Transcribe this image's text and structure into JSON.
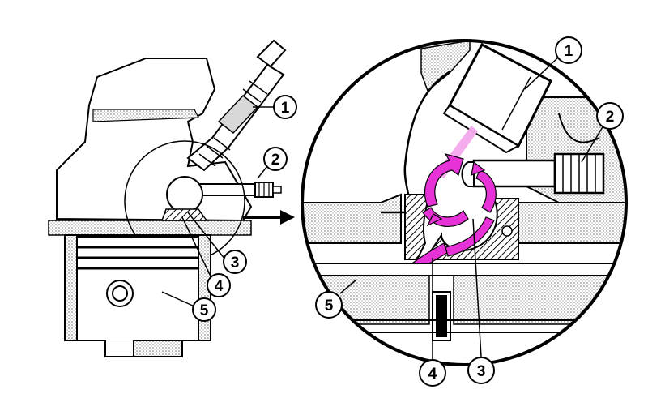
{
  "diagram": {
    "colors": {
      "ink": "#000000",
      "paper": "#ffffff",
      "metal_stipple": "#bdbdbd",
      "swirl": "#e632d6",
      "spray": "#f3a8ec"
    },
    "left_callouts": [
      "1",
      "2",
      "3",
      "4",
      "5"
    ],
    "right_callouts": [
      "1",
      "2",
      "3",
      "4",
      "5"
    ],
    "arrow": "arrow-right-icon"
  }
}
